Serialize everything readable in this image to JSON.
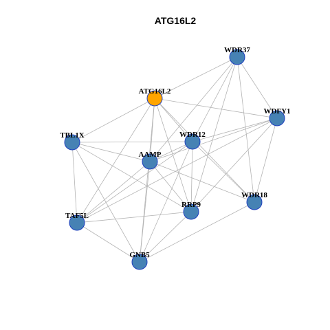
{
  "title": "ATG16L2",
  "colors": {
    "hub": "#ffa500",
    "node": "#4682b4",
    "border": "#1f3fbf",
    "edge": "#b3b3b3"
  },
  "nodes": [
    {
      "id": "WDR37",
      "label": "WDR37",
      "hub": false
    },
    {
      "id": "ATG16L2",
      "label": "ATG16L2",
      "hub": true
    },
    {
      "id": "WDFY1",
      "label": "WDFY1",
      "hub": false
    },
    {
      "id": "TBL1X",
      "label": "TBL1X",
      "hub": false
    },
    {
      "id": "WDR12",
      "label": "WDR12",
      "hub": false
    },
    {
      "id": "AAMP",
      "label": "AAMP",
      "hub": false
    },
    {
      "id": "WDR18",
      "label": "WDR18",
      "hub": false
    },
    {
      "id": "RRP9",
      "label": "RRP9",
      "hub": false
    },
    {
      "id": "TAF5L",
      "label": "TAF5L",
      "hub": false
    },
    {
      "id": "GNB5",
      "label": "GNB5",
      "hub": false
    }
  ],
  "edges": [
    [
      "ATG16L2",
      "WDR37"
    ],
    [
      "ATG16L2",
      "WDFY1"
    ],
    [
      "ATG16L2",
      "TBL1X"
    ],
    [
      "ATG16L2",
      "WDR12"
    ],
    [
      "ATG16L2",
      "AAMP"
    ],
    [
      "ATG16L2",
      "RRP9"
    ],
    [
      "ATG16L2",
      "WDR18"
    ],
    [
      "ATG16L2",
      "GNB5"
    ],
    [
      "ATG16L2",
      "TAF5L"
    ],
    [
      "WDR37",
      "WDFY1"
    ],
    [
      "WDR37",
      "WDR12"
    ],
    [
      "WDR37",
      "AAMP"
    ],
    [
      "WDR37",
      "RRP9"
    ],
    [
      "WDR37",
      "WDR18"
    ],
    [
      "WDFY1",
      "WDR12"
    ],
    [
      "WDFY1",
      "AAMP"
    ],
    [
      "WDFY1",
      "RRP9"
    ],
    [
      "WDFY1",
      "WDR18"
    ],
    [
      "WDFY1",
      "TAF5L"
    ],
    [
      "TBL1X",
      "WDR12"
    ],
    [
      "TBL1X",
      "AAMP"
    ],
    [
      "TBL1X",
      "RRP9"
    ],
    [
      "TBL1X",
      "TAF5L"
    ],
    [
      "TBL1X",
      "GNB5"
    ],
    [
      "WDR12",
      "AAMP"
    ],
    [
      "WDR12",
      "RRP9"
    ],
    [
      "WDR12",
      "WDR18"
    ],
    [
      "WDR12",
      "TAF5L"
    ],
    [
      "WDR12",
      "GNB5"
    ],
    [
      "AAMP",
      "RRP9"
    ],
    [
      "AAMP",
      "WDR18"
    ],
    [
      "AAMP",
      "TAF5L"
    ],
    [
      "AAMP",
      "GNB5"
    ],
    [
      "RRP9",
      "TAF5L"
    ],
    [
      "RRP9",
      "GNB5"
    ],
    [
      "WDR18",
      "GNB5"
    ],
    [
      "TAF5L",
      "GNB5"
    ]
  ]
}
